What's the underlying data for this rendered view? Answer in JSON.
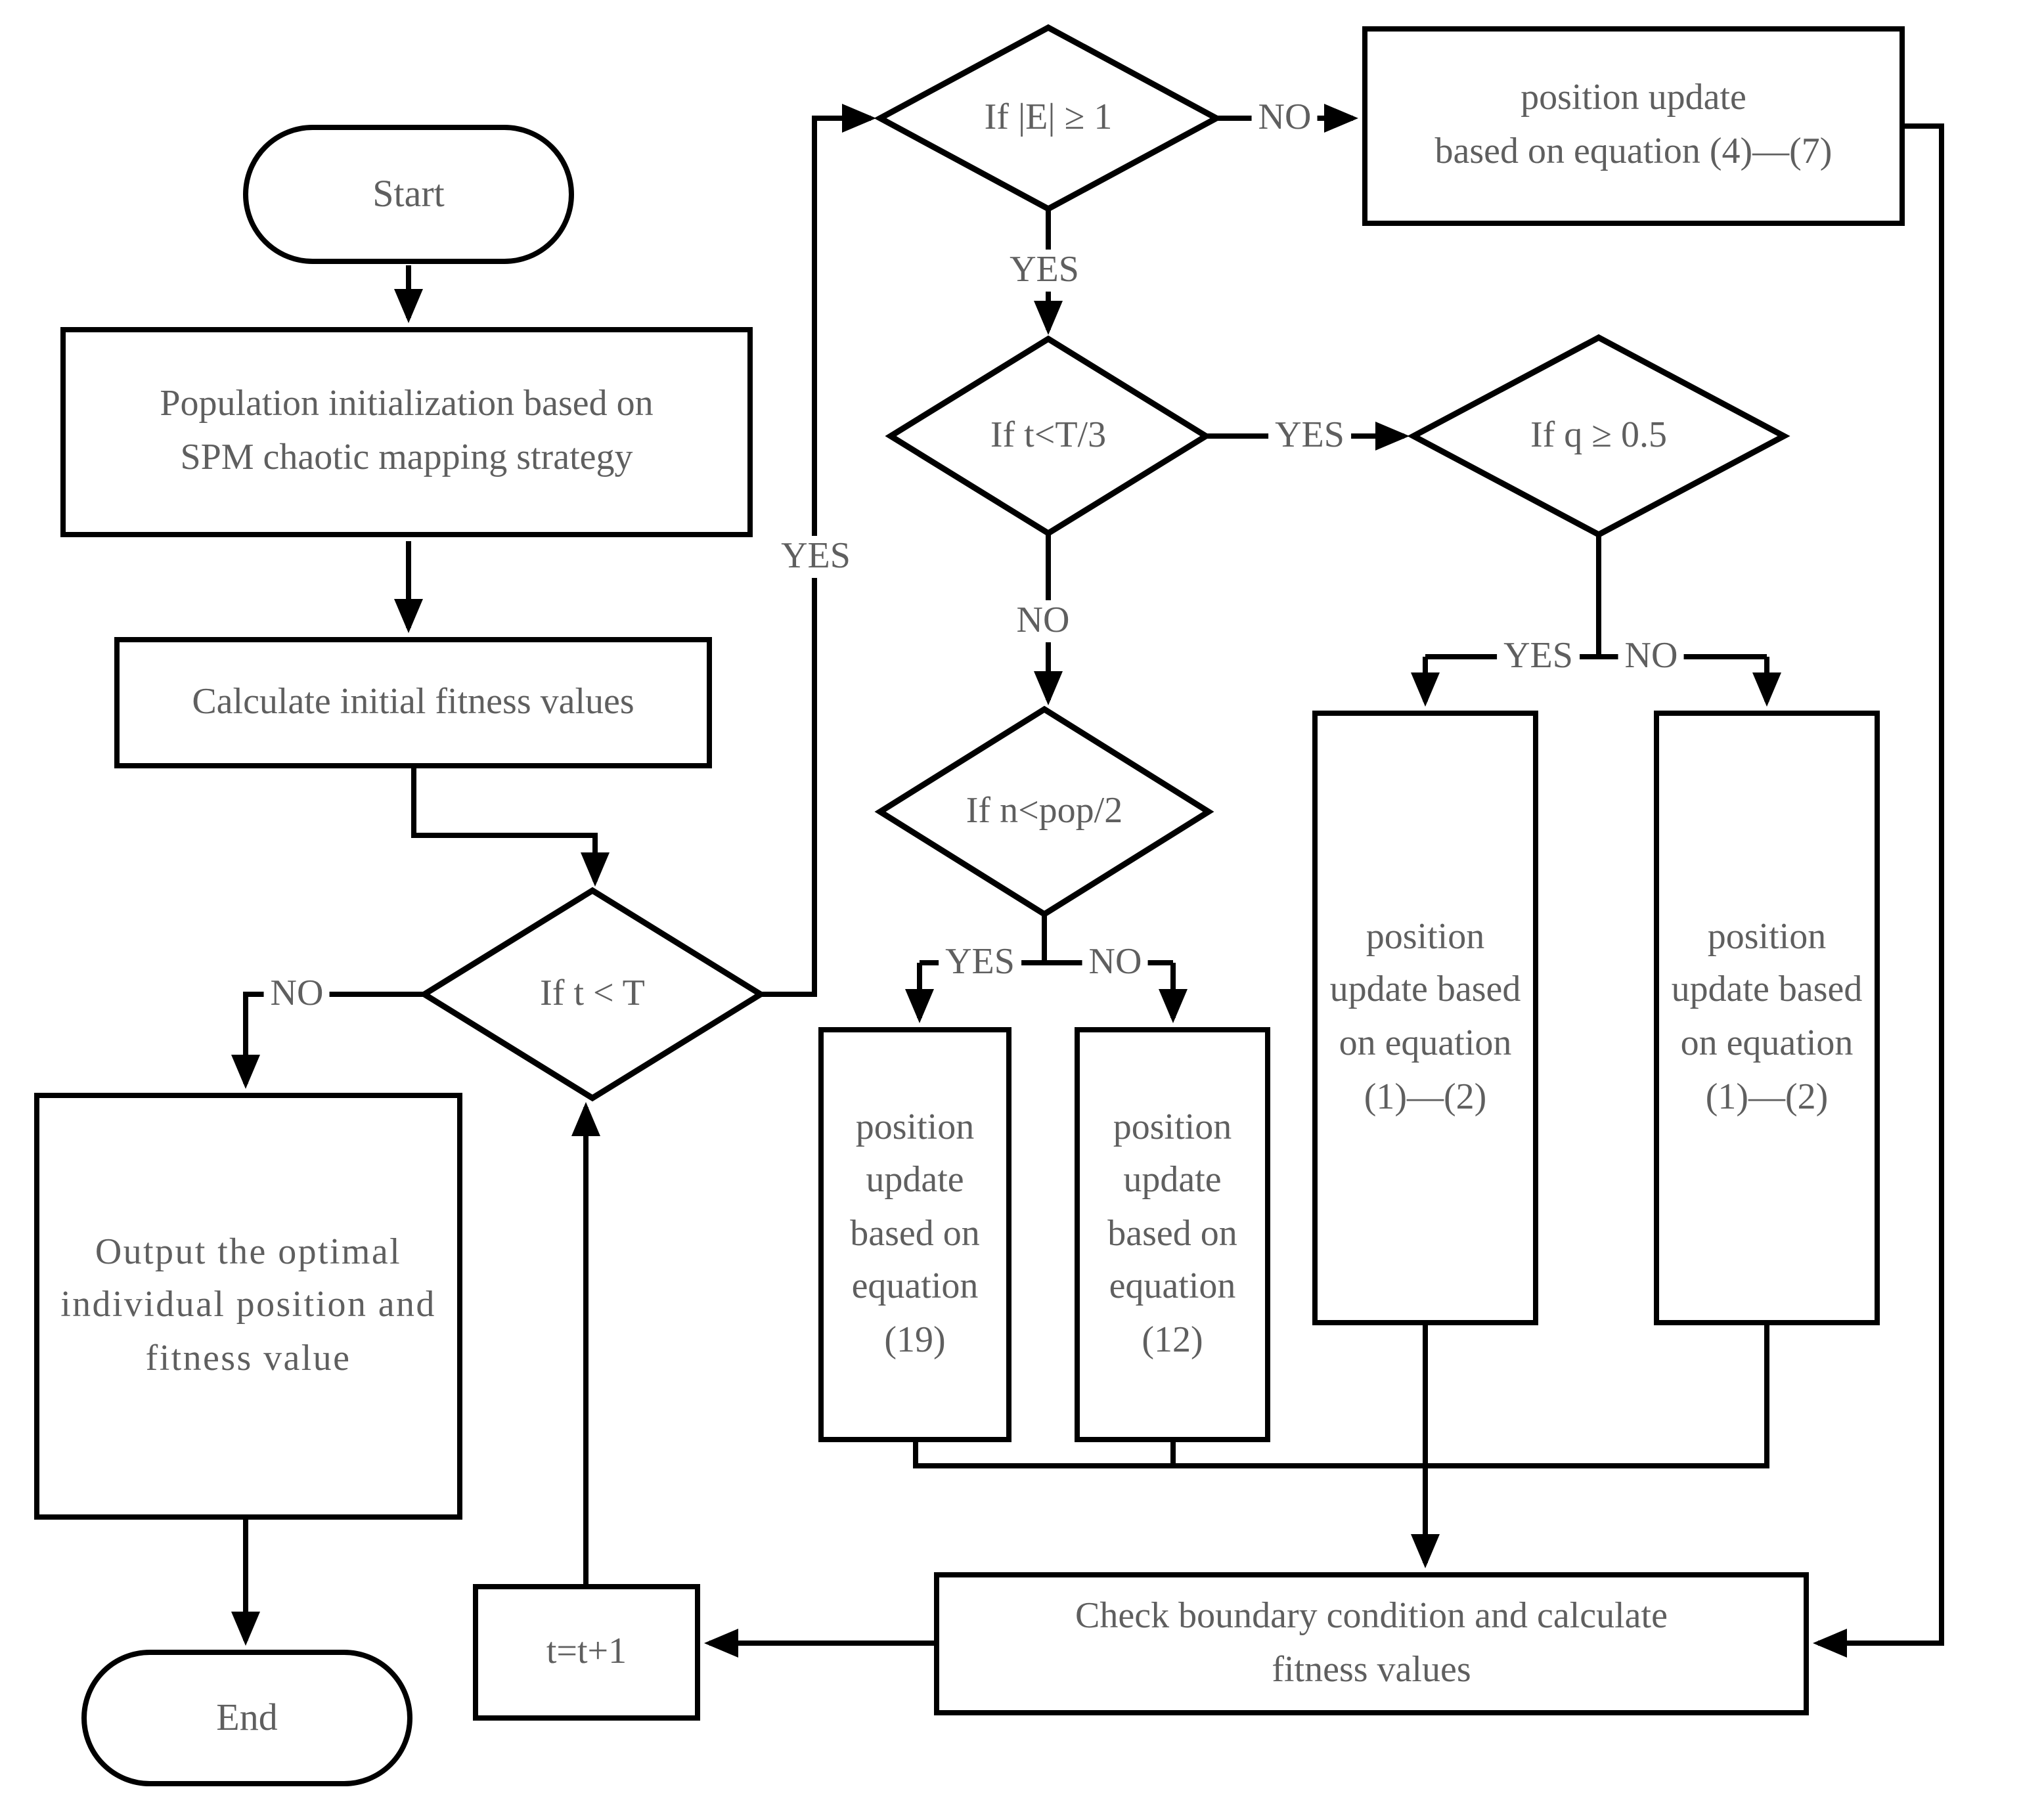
{
  "diagram": {
    "background_color": "#ffffff",
    "stroke_color": "#000000",
    "text_color": "#5f5f5f",
    "nodes": {
      "start": {
        "shape": "terminator",
        "label": "Start"
      },
      "pop_init": {
        "shape": "process",
        "line1": "Population initialization based on",
        "line2": "SPM chaotic mapping strategy"
      },
      "calc_fitness": {
        "shape": "process",
        "label": "Calculate initial fitness values"
      },
      "if_t_lt_T": {
        "shape": "decision",
        "label": "If t < T"
      },
      "output_optimal": {
        "shape": "process",
        "label": "Output the optimal individual position and fitness value"
      },
      "end": {
        "shape": "terminator",
        "label": "End"
      },
      "t_increment": {
        "shape": "process",
        "label": "t=t+1"
      },
      "if_E_ge_1": {
        "shape": "decision",
        "label": "If |E| ≥ 1"
      },
      "eq_4_7": {
        "shape": "process",
        "line1": "position update",
        "line2": "based on equation (4)—(7)"
      },
      "if_t_lt_T3": {
        "shape": "decision",
        "label": "If t<T/3"
      },
      "if_q_ge_05": {
        "shape": "decision",
        "label": "If q ≥ 0.5"
      },
      "if_n_lt_pop2": {
        "shape": "decision",
        "label": "If n<pop/2"
      },
      "eq_19": {
        "shape": "process",
        "label": "position update based on equation (19)"
      },
      "eq_12": {
        "shape": "process",
        "label": "position update based on equation (12)"
      },
      "eq_1_2_left": {
        "shape": "process",
        "label": "position update based on equation (1)—(2)"
      },
      "eq_1_2_right": {
        "shape": "process",
        "label": "position update based on equation (1)—(2)"
      },
      "check_boundary": {
        "shape": "process",
        "line1": "Check boundary condition and calculate",
        "line2": "fitness values"
      }
    },
    "edge_labels": {
      "if_t_lt_T_yes": "YES",
      "if_t_lt_T_no": "NO",
      "if_E_yes": "YES",
      "if_E_no": "NO",
      "if_t_lt_T3_yes": "YES",
      "if_t_lt_T3_no": "NO",
      "if_q_yes": "YES",
      "if_q_no": "NO",
      "if_n_yes": "YES",
      "if_n_no": "NO"
    }
  }
}
